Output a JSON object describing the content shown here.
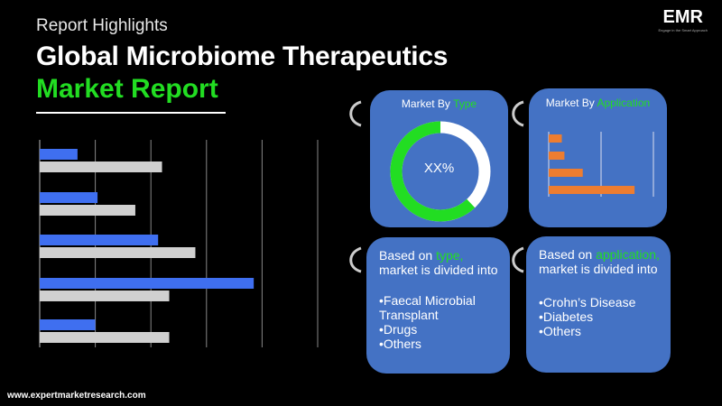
{
  "header": {
    "subtitle": "Report Highlights",
    "title_line1": "Global Microbiome Therapeutics",
    "title_line2": "Market Report"
  },
  "logo": {
    "text": "EMR",
    "tagline": "Engage in the Smart Approach"
  },
  "type_card": {
    "title_prefix": "Market By ",
    "title_highlight": "Type",
    "donut_label": "XX%",
    "donut_fraction": 0.62
  },
  "application_card": {
    "title_prefix": "Market By ",
    "title_highlight": "Application"
  },
  "type_text": {
    "prefix": "Based on ",
    "highlight": "type,",
    "rest": "market is divided into",
    "items": [
      "•Faecal Microbial Transplant",
      "•Drugs",
      "•Others"
    ]
  },
  "application_text": {
    "prefix": "Based on ",
    "highlight": "application,",
    "rest": "market is divided into",
    "items": [
      "•Crohn’s Disease",
      "•Diabetes",
      "•Others"
    ]
  },
  "footer": {
    "url": "www.expertmarketresearch.com"
  },
  "colors": {
    "green": "#22dd22",
    "card": "#4472c4",
    "blue_bar": "#3f6ff0",
    "gray_bar": "#d0d0d0",
    "orange_bar": "#ed7d31"
  },
  "chart_data": [
    {
      "type": "bar",
      "orientation": "horizontal",
      "xlim": [
        0,
        5
      ],
      "grid": true,
      "series": [
        {
          "values": [
            0.68,
            1.04,
            2.13,
            3.85,
            1.0
          ]
        },
        {
          "values": [
            2.2,
            1.72,
            2.8,
            2.33,
            2.33
          ]
        }
      ]
    },
    {
      "type": "bar",
      "orientation": "horizontal",
      "xlim": [
        0,
        2
      ],
      "grid": true,
      "series": [
        {
          "values": [
            0.25,
            0.3,
            0.65,
            1.64
          ]
        }
      ]
    }
  ]
}
